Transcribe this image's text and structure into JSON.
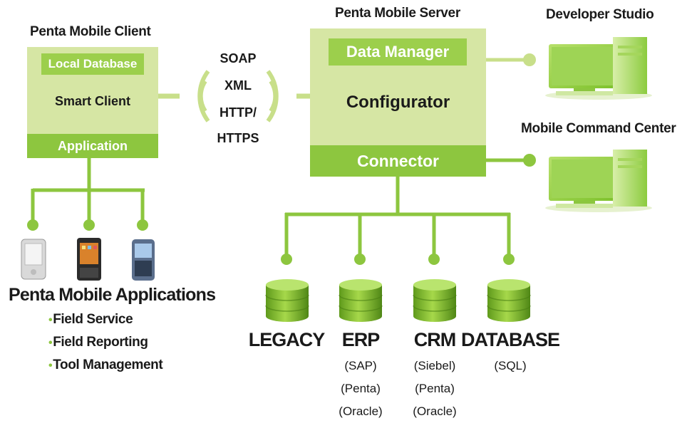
{
  "client": {
    "title": "Penta Mobile Client",
    "local_database": "Local Database",
    "smart_client": "Smart Client",
    "application": "Application"
  },
  "protocols": [
    "SOAP",
    "XML",
    "HTTP/",
    "HTTPS"
  ],
  "server": {
    "title": "Penta Mobile Server",
    "data_manager": "Data Manager",
    "configurator": "Configurator",
    "connector": "Connector"
  },
  "consoles": {
    "developer_studio": "Developer Studio",
    "mobile_command_center": "Mobile Command Center"
  },
  "applications": {
    "title": "Penta Mobile Applications",
    "bullet_symbol": "•",
    "items": [
      "Field Service",
      "Field Reporting",
      "Tool Management"
    ]
  },
  "backends": [
    {
      "name": "LEGACY",
      "details": []
    },
    {
      "name": "ERP",
      "details": [
        "(SAP)",
        "(Penta)",
        "(Oracle)"
      ]
    },
    {
      "name": "CRM",
      "details": [
        "(Siebel)",
        "(Penta)",
        "(Oracle)"
      ]
    },
    {
      "name": "DATABASE",
      "details": [
        "(SQL)"
      ]
    }
  ],
  "colors": {
    "accent_green": "#8dc63f",
    "light_green": "#d6e6a4",
    "node_green": "#c8df8a",
    "text": "#1a1a1a"
  },
  "icons": {
    "devices": [
      "pda-device-icon",
      "smartphone-icon",
      "blackberry-icon"
    ],
    "computers": [
      "desktop-computer-icon",
      "desktop-computer-icon"
    ],
    "databases": [
      "database-cylinder-icon"
    ]
  }
}
